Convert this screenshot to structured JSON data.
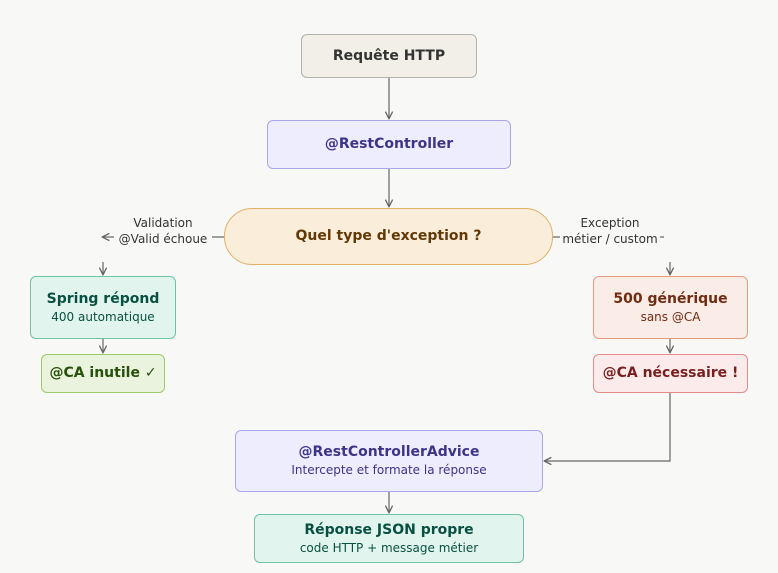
{
  "nodes": {
    "request": {
      "title": "Requête HTTP"
    },
    "controller": {
      "title": "@RestController"
    },
    "decision": {
      "title": "Quel type d'exception ?"
    },
    "spring": {
      "title": "Spring répond",
      "sub": "400 automatique"
    },
    "ca_useless": {
      "title": "@CA inutile ✓"
    },
    "generic500": {
      "title": "500 générique",
      "sub": "sans @CA"
    },
    "ca_needed": {
      "title": "@CA nécessaire !"
    },
    "advice": {
      "title": "@RestControllerAdvice",
      "sub": "Intercepte et formate la réponse"
    },
    "response": {
      "title": "Réponse JSON propre",
      "sub": "code HTTP + message métier"
    }
  },
  "edges": {
    "left_label": {
      "line1": "Validation",
      "line2": "@Valid échoue"
    },
    "right_label": {
      "line1": "Exception",
      "line2": "métier / custom"
    }
  },
  "colors": {
    "line": "#666666",
    "request_fill": "#f1efe8",
    "request_border": "#b4b2a9",
    "request_text": "#333333",
    "purple_fill": "#eeedfe",
    "purple_border": "#aaa6ec",
    "purple_text": "#3c3489",
    "amber_fill": "#faeeda",
    "amber_border": "#e0b066",
    "amber_text": "#633806",
    "green_fill": "#e1f5ee",
    "green_border": "#6cc4a4",
    "green_text": "#085041",
    "lime_fill": "#eaf3de",
    "lime_border": "#9ccc6a",
    "lime_text": "#27500a",
    "coral_fill": "#faece7",
    "coral_border": "#e89a80",
    "coral_text": "#712b13",
    "red_fill": "#fcebeb",
    "red_border": "#e48b8b",
    "red_text": "#791f1f"
  }
}
